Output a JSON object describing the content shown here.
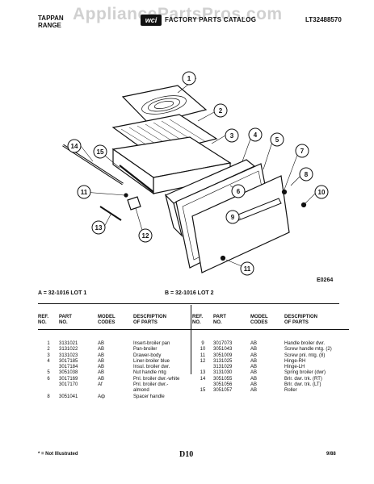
{
  "header": {
    "brand_line1": "TAPPAN",
    "brand_line2": "RANGE",
    "logo": "wci",
    "title": "FACTORY PARTS CATALOG",
    "catalog_number": "LT32488570"
  },
  "watermark": "AppliancePartsPros.com",
  "diagram": {
    "code": "E0264",
    "callouts": [
      "1",
      "2",
      "3",
      "4",
      "5",
      "6",
      "7",
      "8",
      "9",
      "10",
      "11",
      "11",
      "12",
      "13",
      "14",
      "15"
    ]
  },
  "lots": {
    "a": "A = 32-1016 LOT 1",
    "b": "B = 32-1016 LOT 2"
  },
  "table": {
    "headers": {
      "ref": [
        "REF.",
        "NO."
      ],
      "part": [
        "PART",
        "NO."
      ],
      "model": [
        "MODEL",
        "CODES"
      ],
      "desc": [
        "DESCRIPTION",
        "OF PARTS"
      ]
    },
    "left_rows": [
      {
        "ref": "1",
        "part": "3131021",
        "model": "AB",
        "desc": "Insert-broiler pan"
      },
      {
        "ref": "2",
        "part": "3131022",
        "model": "AB",
        "desc": "Pan-broiler"
      },
      {
        "ref": "3",
        "part": "3131023",
        "model": "AB",
        "desc": "Drawer-body"
      },
      {
        "ref": "4",
        "part": "3017185",
        "model": "AB",
        "desc": "Liner-broiler blue"
      },
      {
        "ref": "",
        "part": "3017184",
        "model": "AB",
        "desc": "Insul. broiler dwr."
      },
      {
        "ref": "5",
        "part": "3051038",
        "model": "AB",
        "desc": "Nut handle mtg"
      },
      {
        "ref": "6",
        "part": "3017169",
        "model": "AB",
        "desc": "Pnl. broiler dwr.-white"
      },
      {
        "ref": "",
        "part": "3017170",
        "model": "Af",
        "desc": "Pnl. broiler dwr.-"
      },
      {
        "ref": "",
        "part": "",
        "model": "",
        "desc": "almond"
      },
      {
        "ref": "8",
        "part": "3051041",
        "model": "Aф",
        "desc": "Spacer handle"
      }
    ],
    "right_rows": [
      {
        "ref": "9",
        "part": "3017073",
        "model": "AB",
        "desc": "Handle broiler dwr."
      },
      {
        "ref": "10",
        "part": "3051043",
        "model": "AB",
        "desc": "Screw handle mtg. (2)"
      },
      {
        "ref": "11",
        "part": "3051009",
        "model": "AB",
        "desc": "Screw pnl. mtg. (8)"
      },
      {
        "ref": "12",
        "part": "3131025",
        "model": "AB",
        "desc": "Hinge-RH"
      },
      {
        "ref": "",
        "part": "3131029",
        "model": "AB",
        "desc": "Hinge-LH"
      },
      {
        "ref": "13",
        "part": "3131030",
        "model": "AB",
        "desc": "Spring broiler (dwr)"
      },
      {
        "ref": "14",
        "part": "3051055",
        "model": "AB",
        "desc": "Brlr. dwr. trk. (RT)"
      },
      {
        "ref": "",
        "part": "3051056",
        "model": "AB",
        "desc": "Brlr. dwr. trk. (LT)"
      },
      {
        "ref": "15",
        "part": "3051057",
        "model": "AB",
        "desc": "Roller"
      }
    ]
  },
  "footer": {
    "note": "* = Not Illustrated",
    "page": "D10",
    "date": "9/88"
  }
}
